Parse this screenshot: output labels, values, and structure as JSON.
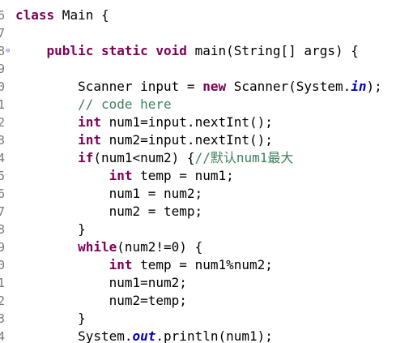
{
  "editor": {
    "fold_marker": "⊖",
    "colors": {
      "keyword": "#7f0055",
      "comment": "#3f7f5f",
      "field": "#0000c0",
      "line_number": "#787878"
    },
    "lines": [
      {
        "num": "6",
        "tokens": [
          {
            "t": "class",
            "c": "kw"
          },
          {
            "t": " Main {",
            "c": "pl"
          }
        ]
      },
      {
        "num": "7",
        "tokens": []
      },
      {
        "num": "8",
        "fold": true,
        "tokens": [
          {
            "t": "    ",
            "c": "pl"
          },
          {
            "t": "public",
            "c": "kw"
          },
          {
            "t": " ",
            "c": "pl"
          },
          {
            "t": "static",
            "c": "kw"
          },
          {
            "t": " ",
            "c": "pl"
          },
          {
            "t": "void",
            "c": "kw"
          },
          {
            "t": " main(String[] args) {",
            "c": "pl"
          }
        ]
      },
      {
        "num": "9",
        "tokens": []
      },
      {
        "num": "0",
        "tokens": [
          {
            "t": "        Scanner input = ",
            "c": "pl"
          },
          {
            "t": "new",
            "c": "kw"
          },
          {
            "t": " Scanner(System.",
            "c": "pl"
          },
          {
            "t": "in",
            "c": "fb"
          },
          {
            "t": ");",
            "c": "pl"
          }
        ]
      },
      {
        "num": "1",
        "tokens": [
          {
            "t": "        ",
            "c": "pl"
          },
          {
            "t": "// code here",
            "c": "cm"
          }
        ]
      },
      {
        "num": "2",
        "tokens": [
          {
            "t": "        ",
            "c": "pl"
          },
          {
            "t": "int",
            "c": "kw"
          },
          {
            "t": " num1=input.nextInt();",
            "c": "pl"
          }
        ]
      },
      {
        "num": "3",
        "tokens": [
          {
            "t": "        ",
            "c": "pl"
          },
          {
            "t": "int",
            "c": "kw"
          },
          {
            "t": " num2=input.nextInt();",
            "c": "pl"
          }
        ]
      },
      {
        "num": "4",
        "tokens": [
          {
            "t": "        ",
            "c": "pl"
          },
          {
            "t": "if",
            "c": "kw"
          },
          {
            "t": "(num1<num2) {",
            "c": "pl"
          },
          {
            "t": "//默认num1最大",
            "c": "cm"
          }
        ]
      },
      {
        "num": "5",
        "tokens": [
          {
            "t": "            ",
            "c": "pl"
          },
          {
            "t": "int",
            "c": "kw"
          },
          {
            "t": " temp = num1;",
            "c": "pl"
          }
        ]
      },
      {
        "num": "6",
        "tokens": [
          {
            "t": "            num1 = num2;",
            "c": "pl"
          }
        ]
      },
      {
        "num": "7",
        "tokens": [
          {
            "t": "            num2 = temp;",
            "c": "pl"
          }
        ]
      },
      {
        "num": "8",
        "tokens": [
          {
            "t": "        }",
            "c": "pl"
          }
        ]
      },
      {
        "num": "9",
        "tokens": [
          {
            "t": "        ",
            "c": "pl"
          },
          {
            "t": "while",
            "c": "kw"
          },
          {
            "t": "(num2!=0) {",
            "c": "pl"
          }
        ]
      },
      {
        "num": "0",
        "tokens": [
          {
            "t": "            ",
            "c": "pl"
          },
          {
            "t": "int",
            "c": "kw"
          },
          {
            "t": " temp = num1%num2;",
            "c": "pl"
          }
        ]
      },
      {
        "num": "1",
        "tokens": [
          {
            "t": "            num1=num2;",
            "c": "pl"
          }
        ]
      },
      {
        "num": "2",
        "tokens": [
          {
            "t": "            num2=temp;",
            "c": "pl"
          }
        ]
      },
      {
        "num": "3",
        "tokens": [
          {
            "t": "        }",
            "c": "pl"
          }
        ]
      },
      {
        "num": "4",
        "tokens": [
          {
            "t": "        System.",
            "c": "pl"
          },
          {
            "t": "out",
            "c": "fb"
          },
          {
            "t": ".println(num1);",
            "c": "pl"
          }
        ]
      }
    ]
  }
}
